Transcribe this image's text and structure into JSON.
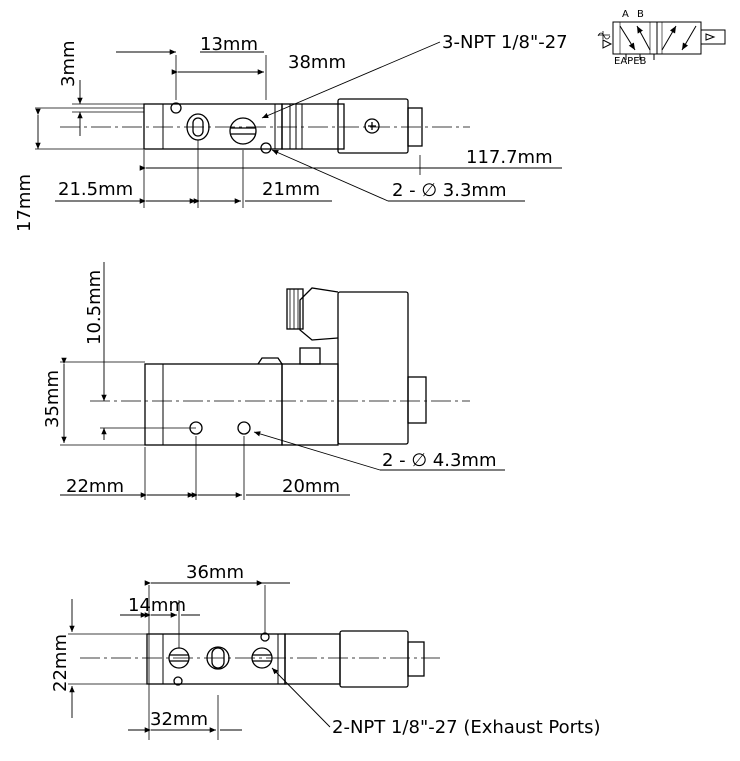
{
  "top_view": {
    "dim_13": "13mm",
    "dim_38": "38mm",
    "dim_3": "3mm",
    "dim_17": "17mm",
    "dim_21_5": "21.5mm",
    "dim_21": "21mm",
    "dim_117_7": "117.7mm",
    "callout_ports": "3-NPT 1/8\"-27",
    "callout_holes": "2 - ∅ 3.3mm"
  },
  "side_view": {
    "dim_10_5": "10.5mm",
    "dim_35": "35mm",
    "dim_22": "22mm",
    "dim_20": "20mm",
    "callout_holes": "2 - ∅ 4.3mm"
  },
  "bottom_view": {
    "dim_36": "36mm",
    "dim_14": "14mm",
    "dim_22": "22mm",
    "dim_32": "32mm",
    "callout_exhaust": "2-NPT 1/8\"-27 (Exhaust Ports)"
  },
  "symbol": {
    "label_a": "A",
    "label_b": "B",
    "label_ports": "EAPEB"
  }
}
